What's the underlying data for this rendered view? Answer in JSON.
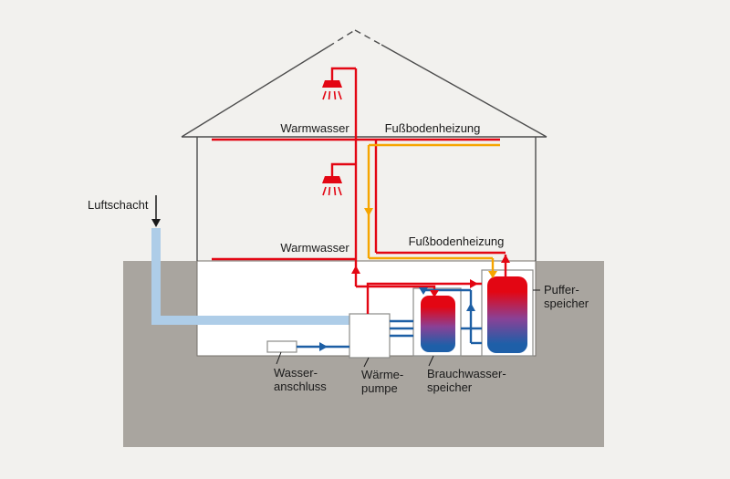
{
  "diagram": {
    "labels": {
      "luftschacht": "Luftschacht",
      "warmwasser_upper": "Warmwasser",
      "fussbodenheizung_upper": "Fußbodenheizung",
      "warmwasser_ground": "Warmwasser",
      "fussbodenheizung_ground": "Fußbodenheizung",
      "pufferspeicher": [
        "Puffer-",
        "speicher"
      ],
      "wasseranschluss": [
        "Wasser-",
        "anschluss"
      ],
      "waermepumpe": [
        "Wärme-",
        "pumpe"
      ],
      "brauchwasserspeicher": [
        "Brauchwasser-",
        "speicher"
      ]
    },
    "colors": {
      "background": "#f2f1ee",
      "ground": "#a9a59f",
      "outline": "#4d4d4d",
      "hot": "#e30613",
      "heating": "#f6a500",
      "cold": "#1d5fa5",
      "air": "#aecde8",
      "tank_top": "#e30613",
      "tank_mid": "#8a4196",
      "tank_bottom": "#1e5fa8"
    }
  }
}
